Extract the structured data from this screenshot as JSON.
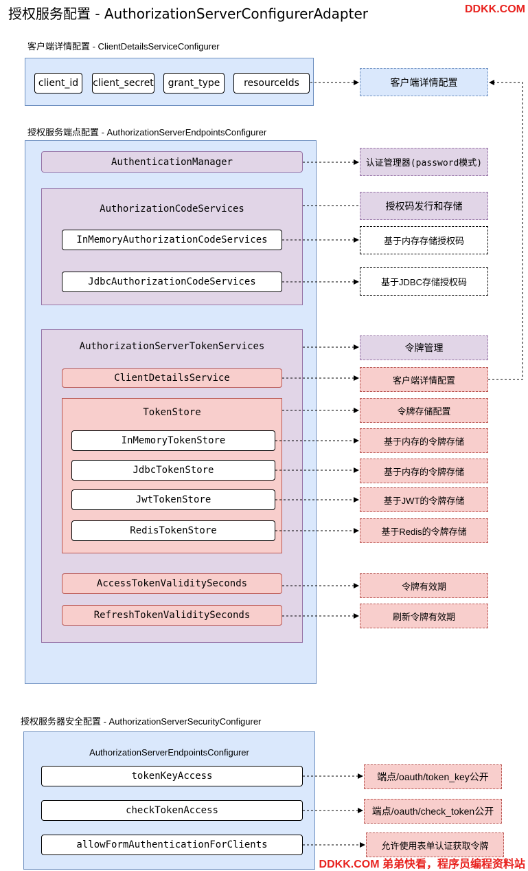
{
  "title": "授权服务配置 - AuthorizationServerConfigurerAdapter",
  "watermark_top": "DDKK.COM",
  "watermark_bottom": "DDKK.COM 弟弟快看，程序员编程资料站",
  "client_section": {
    "label": "客户端详情配置 - ClientDetailsServiceConfigurer",
    "fields": [
      "client_id",
      "client_secret",
      "grant_type",
      "resourceIds"
    ],
    "note": "客户端详情配置"
  },
  "endpoints_section": {
    "label": "授权服务端点配置 - AuthorizationServerEndpointsConfigurer",
    "authentication_manager": "AuthenticationManager",
    "authentication_manager_note": "认证管理器(password模式)",
    "code_services": {
      "title": "AuthorizationCodeServices",
      "note": "授权码发行和存储",
      "items": [
        {
          "label": "InMemoryAuthorizationCodeServices",
          "note": "基于内存存储授权码"
        },
        {
          "label": "JdbcAuthorizationCodeServices",
          "note": "基于JDBC存储授权码"
        }
      ]
    },
    "token_services": {
      "title": "AuthorizationServerTokenServices",
      "note": "令牌管理",
      "client_details": {
        "label": "ClientDetailsService",
        "note": "客户端详情配置"
      },
      "token_store": {
        "title": "TokenStore",
        "note": "令牌存储配置",
        "items": [
          {
            "label": "InMemoryTokenStore",
            "note": "基于内存的令牌存储"
          },
          {
            "label": "JdbcTokenStore",
            "note": "基于内存的令牌存储"
          },
          {
            "label": "JwtTokenStore",
            "note": "基于JWT的令牌存储"
          },
          {
            "label": "RedisTokenStore",
            "note": "基于Redis的令牌存储"
          }
        ]
      },
      "access_validity": {
        "label": "AccessTokenValiditySeconds",
        "note": "令牌有效期"
      },
      "refresh_validity": {
        "label": "RefreshTokenValiditySeconds",
        "note": "刷新令牌有效期"
      }
    }
  },
  "security_section": {
    "label": "授权服务器安全配置 - AuthorizationServerSecurityConfigurer",
    "panel_title": "AuthorizationServerEndpointsConfigurer",
    "items": [
      {
        "label": "tokenKeyAccess",
        "note": "端点/oauth/token_key公开"
      },
      {
        "label": "checkTokenAccess",
        "note": "端点/oauth/check_token公开"
      },
      {
        "label": "allowFormAuthenticationForClients",
        "note": "允许使用表单认证获取令牌"
      }
    ]
  },
  "colors": {
    "blue": "#dae8fc",
    "purple": "#e1d5e7",
    "red": "#f8cecc",
    "watermark": "#e8231f"
  }
}
